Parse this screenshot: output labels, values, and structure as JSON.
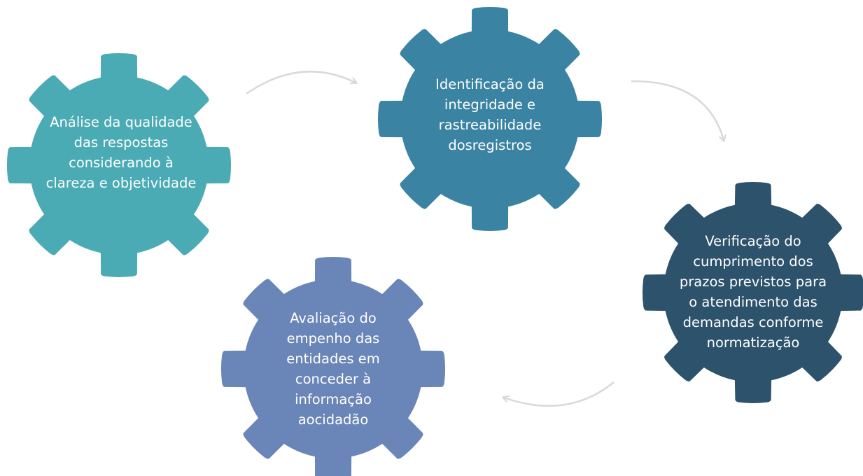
{
  "colors": {
    "background": "#ffffff",
    "arrow": "#d9d9d9",
    "label_text": "#ffffff"
  },
  "gears": [
    {
      "id": "analise",
      "color": "#4babb4",
      "lines": [
        "Análise da qualidade",
        "das respostas",
        "considerando à",
        "clareza e objetividade"
      ]
    },
    {
      "id": "identificacao",
      "color": "#3a83a3",
      "lines": [
        "Identificação da",
        "integridade e",
        "rastreabilidade",
        "dosregistros"
      ]
    },
    {
      "id": "verificacao",
      "color": "#2d526c",
      "lines": [
        "Verificação do",
        "cumprimento dos",
        "prazos previstos para",
        "o atendimento das",
        "demandas conforme",
        "normatização"
      ]
    },
    {
      "id": "avaliacao",
      "color": "#6a85b8",
      "lines": [
        "Avaliação do",
        "empenho das",
        "entidades em",
        "conceder à",
        "informação",
        "aocidadão"
      ]
    }
  ]
}
